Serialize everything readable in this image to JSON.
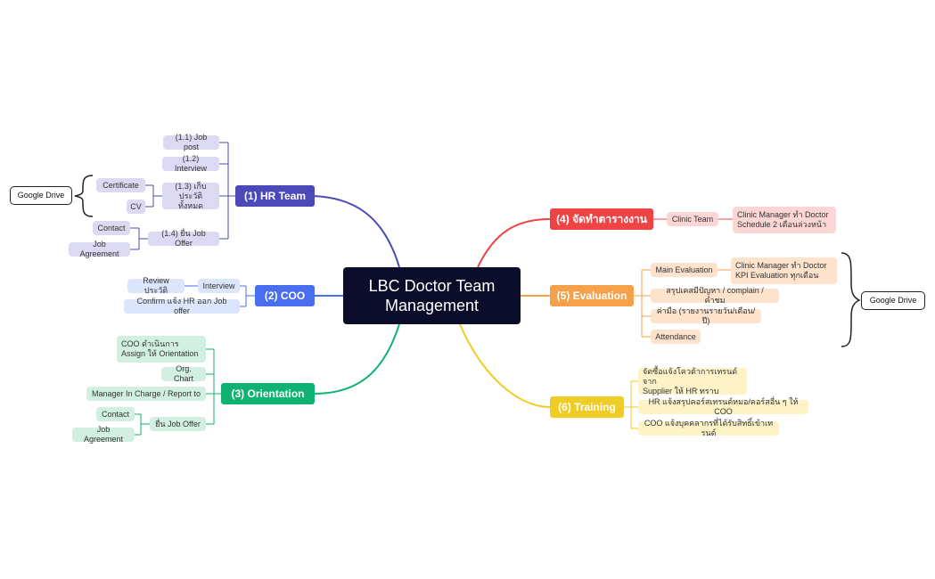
{
  "central": {
    "title": "LBC Doctor Team\nManagement"
  },
  "hr": {
    "label": "(1) HR Team",
    "job_post": "(1.1) Job post",
    "interview": "(1.2) Interview",
    "collect": "(1.3) เก็บประวัติ\nทั้งหมด",
    "certificate": "Certificate",
    "cv": "CV",
    "job_offer": "(1.4) ยื่น Job Offer",
    "contact": "Contact",
    "agreement": "Job Agreement",
    "drive": "Google Drive"
  },
  "coo": {
    "label": "(2) COO",
    "interview": "Interview",
    "review": "Review ประวัติ",
    "confirm": "Confirm แจ้ง HR ออก Job offer"
  },
  "orientation": {
    "label": "(3) Orientation",
    "coo_assign": "COO ดำเนินการ\nAssign ให้ Orientation",
    "org_chart": "Org. Chart",
    "manager": "Manager In Charge / Report to",
    "job_offer": "ยื่น Job Offer",
    "contact": "Contact",
    "agreement": "Job Agreement"
  },
  "schedule": {
    "label": "(4) จัดทำตารางงาน",
    "clinic_team": "Clinic Team",
    "detail": "Clinic Manager ทำ Doctor\nSchedule  2 เดือนล่วงหน้า"
  },
  "evaluation": {
    "label": "(5) Evaluation",
    "main_eval": "Main Evaluation",
    "main_eval_detail": "Clinic Manager ทำ Doctor\nKPI Evaluation ทุกเดือน",
    "summary": "สรุปเคสมีปัญหา / complain / คำชม",
    "fees": "ค่ามือ (รายงานรายวัน/เดือน/ปี)",
    "attendance": "Attendance",
    "drive": "Google Drive"
  },
  "training": {
    "label": "(6) Training",
    "item1": "จัดซื้อแจ้งโควต้าการเทรนด์จาก\nSupplier ให้ HR ทราบ",
    "item2": "HR แจ้งสรุปคอร์สเทรนด์หมอ/คอร์สอื่น ๆ ให้ COO",
    "item3": "COO แจ้งบุคคลากรที่ได้รับสิทธิ์เข้าเทรนด์"
  },
  "colors": {
    "hr": "#4b48b8",
    "coo": "#4a6ef0",
    "orientation": "#10b272",
    "schedule": "#ef4444",
    "evaluation": "#f5a04a",
    "training": "#f0cc27",
    "central": "#0b0b2a"
  }
}
